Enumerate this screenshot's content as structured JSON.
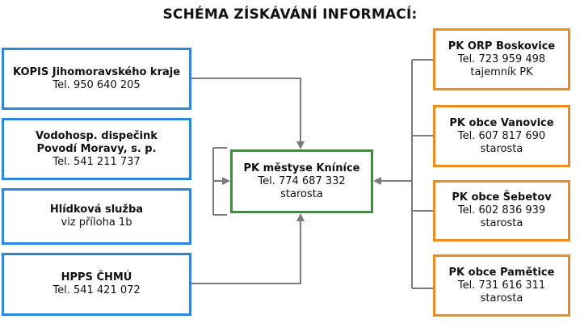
{
  "title": "SCHÉMA ZÍSKÁVÁNÍ INFORMACÍ:",
  "center": {
    "name": "PK městyse Kníníce",
    "phone": "Tel. 774 687 332",
    "role": "starosta"
  },
  "left_boxes": [
    {
      "lines": [
        "KOPIS Jihomoravského kraje"
      ],
      "phone": "Tel. 950 640 205"
    },
    {
      "lines": [
        "Vodohosp. dispečink",
        "Povodí Moravy, s. p."
      ],
      "phone": "Tel. 541 211 737"
    },
    {
      "lines": [
        "Hlídková služba"
      ],
      "phone": "viz příloha 1b"
    },
    {
      "lines": [
        "HPPS ČHMÚ"
      ],
      "phone": "Tel. 541 421 072"
    }
  ],
  "right_boxes": [
    {
      "name": "PK ORP Boskovice",
      "phone": "Tel. 723 959 498",
      "role": "tajemník PK"
    },
    {
      "name": "PK obce Vanovice",
      "phone": "Tel. 607 817 690",
      "role": "starosta"
    },
    {
      "name": "PK obce Šebetov",
      "phone": "Tel. 602 836 939",
      "role": "starosta"
    },
    {
      "name": "PK obce Pamětice",
      "phone": "Tel. 731 616 311",
      "role": "starosta"
    }
  ],
  "colors": {
    "left_border": "#2e86de",
    "center_border": "#2e9a2e",
    "right_border": "#f08c1e",
    "connector": "#7a7a7a"
  }
}
